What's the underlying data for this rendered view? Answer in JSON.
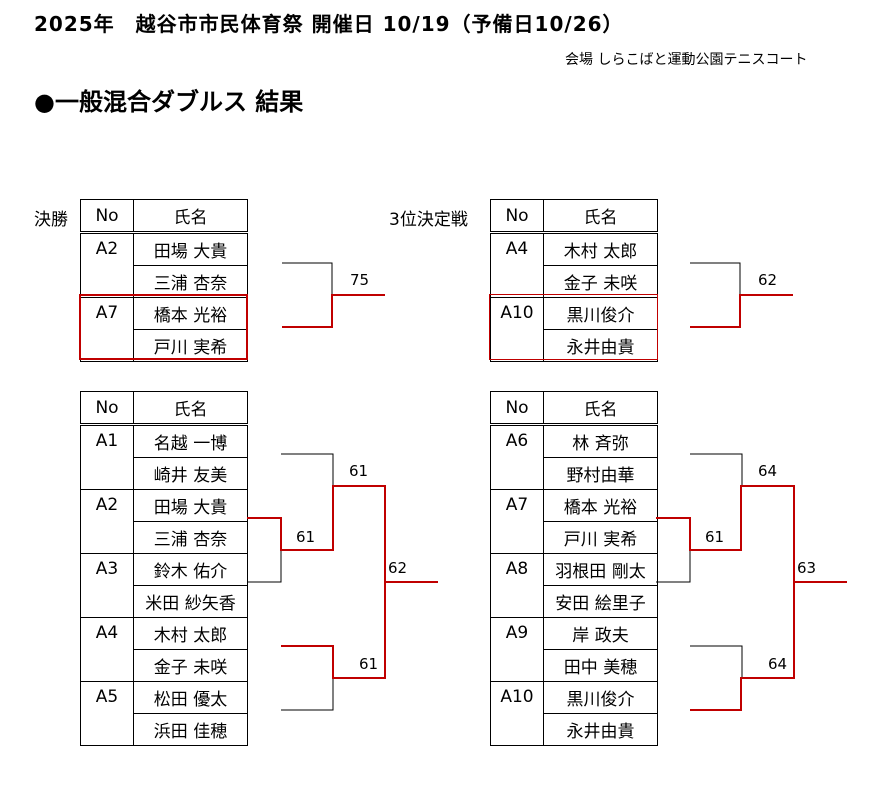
{
  "title": "2025年　越谷市市民体育祭 開催日 10/19（予備日10/26）",
  "venue": "会場 しらこばと運動公園テニスコート",
  "heading": "●一般混合ダブルス 結果",
  "header": {
    "no": "No",
    "name": "氏名"
  },
  "colors": {
    "winner_line": "#c00000",
    "line": "#000000"
  },
  "final": {
    "label": "決勝",
    "score": "75",
    "teams": [
      {
        "no": "A2",
        "players": [
          "田場 大貴",
          "三浦 杏奈"
        ]
      },
      {
        "no": "A7",
        "players": [
          "橋本 光裕",
          "戸川 実希"
        ],
        "winner": true
      }
    ]
  },
  "third_place": {
    "label": "3位決定戦",
    "score": "62",
    "teams": [
      {
        "no": "A4",
        "players": [
          "木村 太郎",
          "金子 未咲"
        ]
      },
      {
        "no": "A10",
        "players": [
          "黒川俊介",
          "永井由貴"
        ],
        "winner": true
      }
    ]
  },
  "block_left": {
    "teams": [
      {
        "no": "A1",
        "players": [
          "名越 一博",
          "崎井 友美"
        ]
      },
      {
        "no": "A2",
        "players": [
          "田場 大貴",
          "三浦 杏奈"
        ]
      },
      {
        "no": "A3",
        "players": [
          "鈴木 佑介",
          "米田 紗矢香"
        ]
      },
      {
        "no": "A4",
        "players": [
          "木村 太郎",
          "金子 未咲"
        ]
      },
      {
        "no": "A5",
        "players": [
          "松田 優太",
          "浜田 佳穂"
        ]
      }
    ],
    "scores": {
      "r1_a2_a3": "61",
      "sf_upper": "61",
      "sf_lower": "61",
      "block_final": "62"
    }
  },
  "block_right": {
    "teams": [
      {
        "no": "A6",
        "players": [
          "林 斉弥",
          "野村由華"
        ]
      },
      {
        "no": "A7",
        "players": [
          "橋本 光裕",
          "戸川 実希"
        ]
      },
      {
        "no": "A8",
        "players": [
          "羽根田 剛太",
          "安田 絵里子"
        ]
      },
      {
        "no": "A9",
        "players": [
          "岸 政夫",
          "田中 美穂"
        ]
      },
      {
        "no": "A10",
        "players": [
          "黒川俊介",
          "永井由貴"
        ]
      }
    ],
    "scores": {
      "r1_a7_a8": "61",
      "sf_upper": "64",
      "sf_lower": "64",
      "block_final": "63"
    }
  }
}
